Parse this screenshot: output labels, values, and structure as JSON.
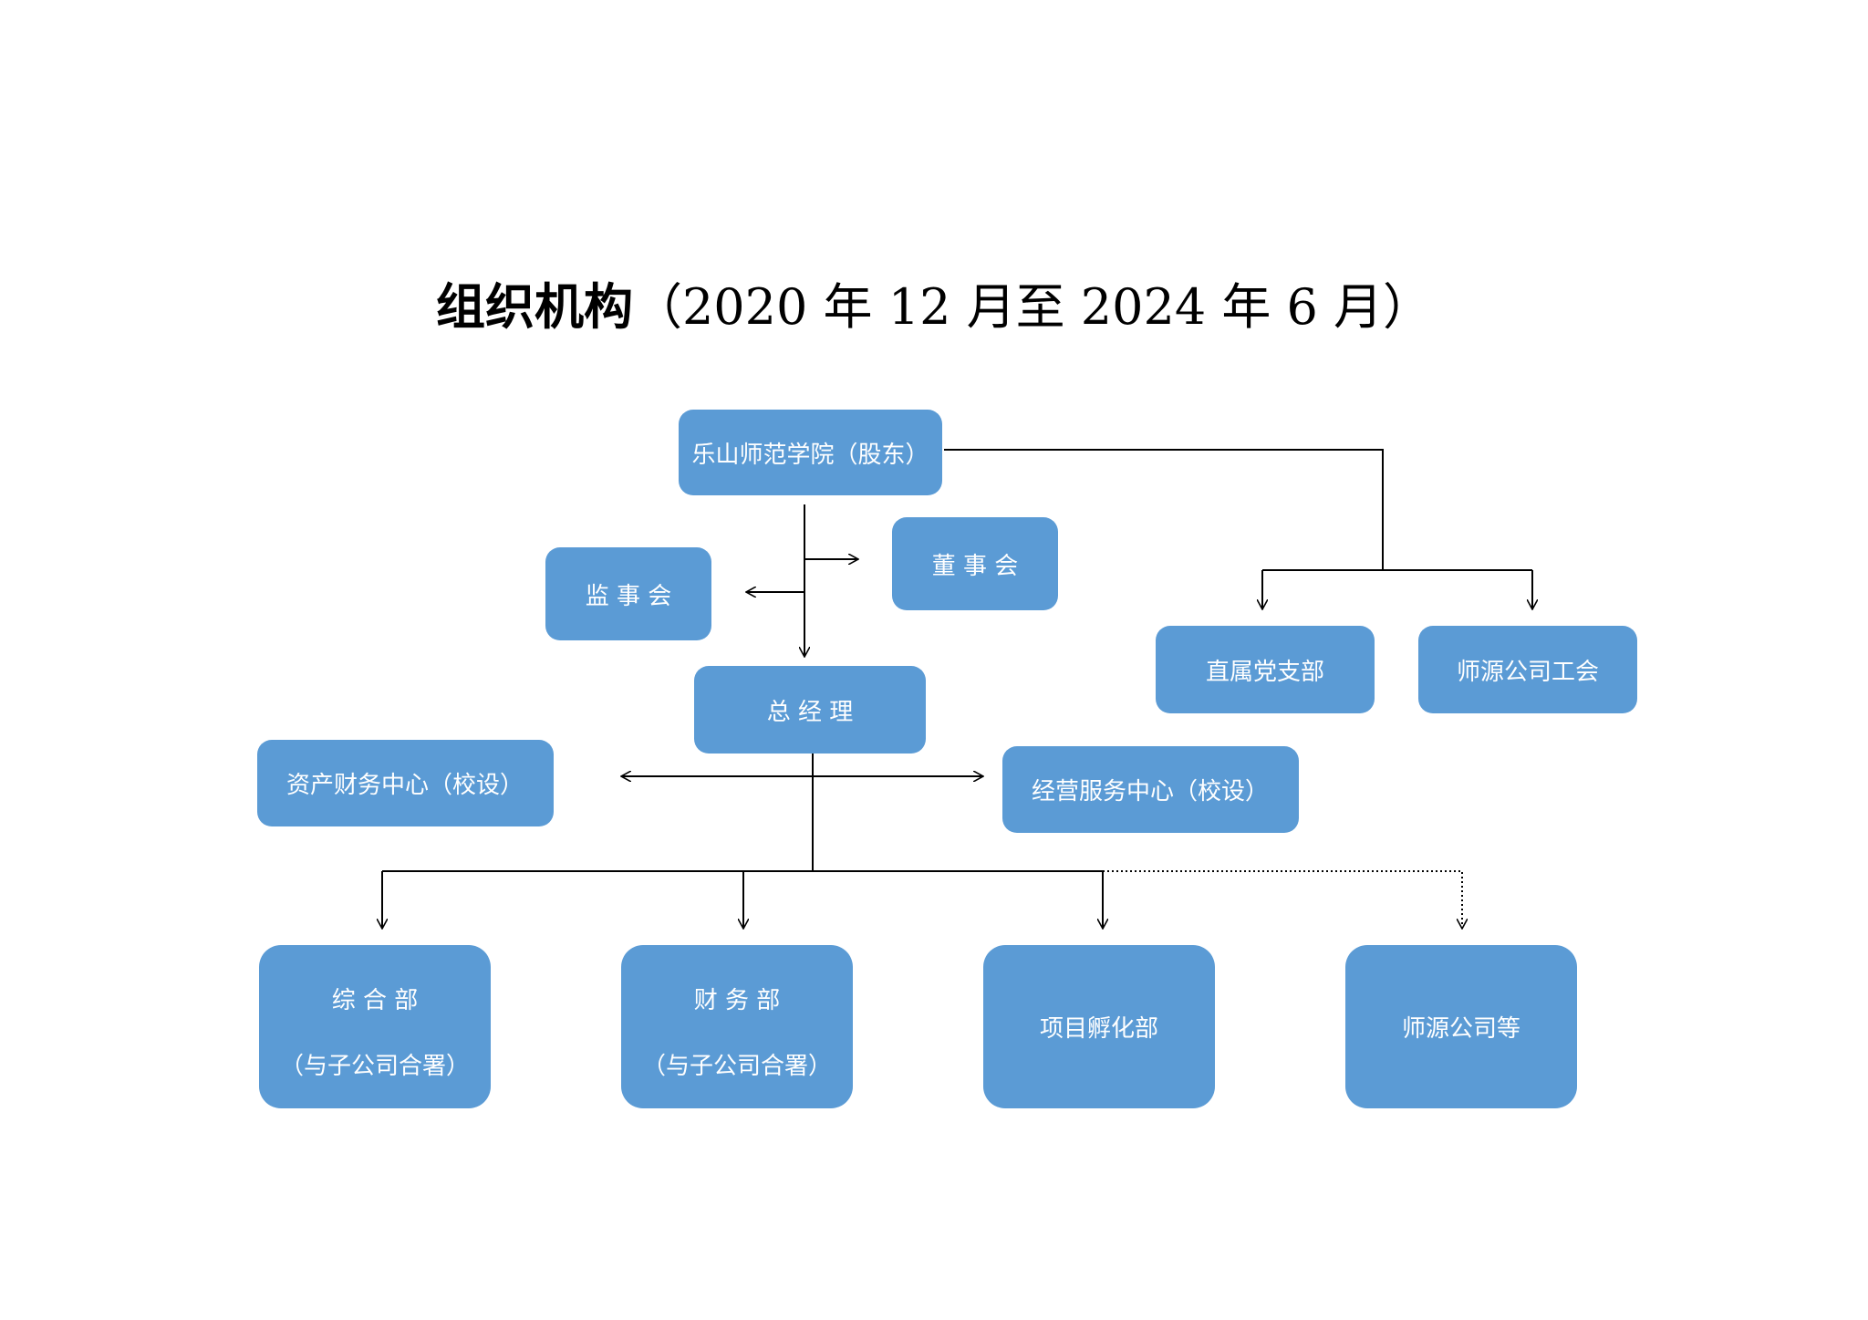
{
  "title": {
    "bold": "组织机构",
    "rest": "（2020 年 12 月至 2024 年 6 月）"
  },
  "colors": {
    "node_fill": "#5b9bd5",
    "node_text": "#ffffff",
    "connector": "#000000"
  },
  "nodes": {
    "shareholder": "乐山师范学院（股东）",
    "supervisory_board": "监 事 会",
    "board_of_directors": "董 事 会",
    "general_manager": "总 经 理",
    "party_branch": "直属党支部",
    "labor_union": "师源公司工会",
    "asset_finance_center": "资产财务中心（校设）",
    "business_service_center": "经营服务中心（校设）",
    "general_dept": {
      "name": "综 合 部",
      "note": "（与子公司合署）"
    },
    "finance_dept": {
      "name": "财 务 部",
      "note": "（与子公司合署）"
    },
    "incubation_dept": "项目孵化部",
    "subsidiaries": "师源公司等"
  }
}
